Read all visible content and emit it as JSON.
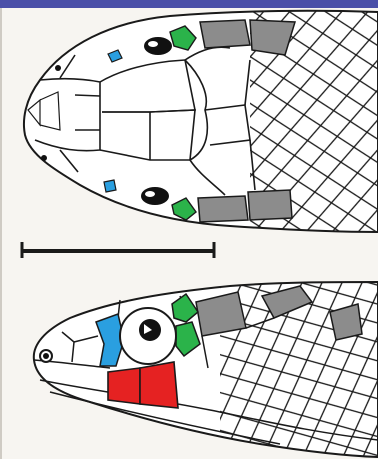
{
  "figure": {
    "kind": "snake head scale illustration",
    "views": [
      "dorsal-view",
      "lateral-view"
    ],
    "colors": {
      "background": "#f7f5f1",
      "outline": "#1a1a1a",
      "frame_bar": "#4a4fa8",
      "preocular": "#2a9fe0",
      "postocular": "#2bb34a",
      "supralabial": "#e52222",
      "temporal": "#8c8c8c",
      "eye": "#111111"
    },
    "highlighted_scales": [
      "preocular",
      "postocular",
      "supralabial",
      "temporal"
    ],
    "scale_bar": {
      "present": true
    }
  }
}
